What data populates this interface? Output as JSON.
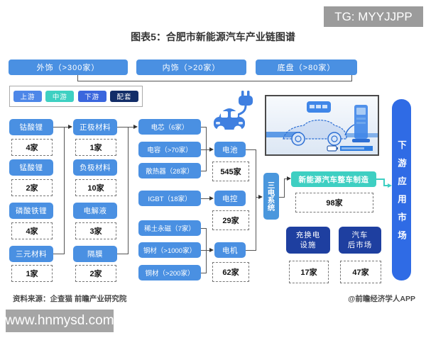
{
  "badge": {
    "text": "TG: MYYJJPP"
  },
  "title": "图表5：合肥市新能源汽车产业链图谱",
  "top_bars": [
    {
      "label": "外饰（>300家）"
    },
    {
      "label": "内饰（>20家）"
    },
    {
      "label": "底盘（>80家）"
    }
  ],
  "legend": {
    "items": [
      {
        "label": "上游",
        "color": "#4d87e8"
      },
      {
        "label": "中游",
        "color": "#3ed0c2"
      },
      {
        "label": "下游",
        "color": "#3a66dd"
      },
      {
        "label": "配套",
        "color": "#122d68"
      }
    ]
  },
  "colors": {
    "primary_blue": "#4a90e2",
    "teal": "#3ecfc2",
    "royal_blue": "#2f6be5",
    "navy": "#1e3fa0"
  },
  "chart_data": {
    "type": "diagram-flow",
    "title": "图表5：合肥市新能源汽车产业链图谱",
    "upstream_materials": [
      {
        "label": "钴酸锂",
        "count": "4家"
      },
      {
        "label": "锰酸锂",
        "count": "2家"
      },
      {
        "label": "磷酸铁锂",
        "count": "4家"
      },
      {
        "label": "三元材料",
        "count": "1家"
      }
    ],
    "battery_materials": [
      {
        "label": "正极材料",
        "count": "1家"
      },
      {
        "label": "负极材料",
        "count": "10家"
      },
      {
        "label": "电解液",
        "count": "3家"
      },
      {
        "label": "隔膜",
        "count": "2家"
      }
    ],
    "components": [
      {
        "label": "电芯（6家）"
      },
      {
        "label": "电容（>70家）"
      },
      {
        "label": "散热器（28家）"
      },
      {
        "label": "IGBT（18家）"
      },
      {
        "label": "稀土永磁（7家）"
      },
      {
        "label": "钢材（>1000家）"
      },
      {
        "label": "铜材（>200家）"
      }
    ],
    "systems": [
      {
        "label": "电池",
        "count": "545家"
      },
      {
        "label": "电控",
        "count": "29家"
      },
      {
        "label": "电机",
        "count": "62家"
      }
    ],
    "three_electric_system": "三电系统",
    "oem": {
      "label": "新能源汽车整车制造",
      "count": "98家"
    },
    "support": [
      {
        "line1": "充换电",
        "line2": "设施",
        "count": "17家"
      },
      {
        "line1": "汽车",
        "line2": "后市场",
        "count": "47家"
      }
    ],
    "downstream_bar": "下游应用市场"
  },
  "footer": {
    "source": "资料来源：企查猫 前瞻产业研究院",
    "credit": "@前瞻经济学人APP"
  },
  "watermark": {
    "site": "www.hnmysd.com"
  }
}
